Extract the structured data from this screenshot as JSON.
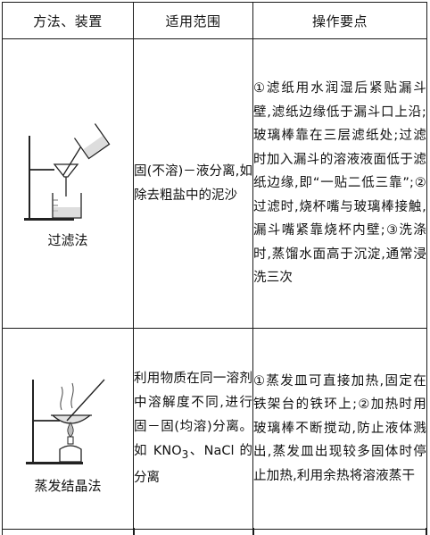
{
  "table": {
    "headers": [
      "方法、装置",
      "适用范围",
      "操作要点"
    ],
    "rows": [
      {
        "method": "过滤法",
        "scope": "固(不溶)－液分离,如除去粗盐中的泥沙",
        "points": "①滤纸用水润湿后紧贴漏斗壁,滤纸边缘低于漏斗口上沿;玻璃棒靠在三层滤纸处;过滤时加入漏斗的溶液液面低于滤纸边缘,即“一贴二低三靠”;②过滤时,烧杯嘴与玻璃棒接触,漏斗嘴紧靠烧杯内壁;③洗涤时,蒸馏水面高于沉淀,通常浸洗三次",
        "figure_icon": "filtration-apparatus"
      },
      {
        "method": "蒸发结晶法",
        "scope_before": "利用物质在同一溶剂中溶解度不同,进行固－固(均溶)分离。如 KNO",
        "scope_sub": "3",
        "scope_after": "、NaCl 的分离",
        "points": "①蒸发皿可直接加热,固定在铁架台的铁环上;②加热时用玻璃棒不断搅动,防止液体溅出,蒸发皿出现较多固体时停止加热,利用余热将溶液蒸干",
        "figure_icon": "evaporation-apparatus"
      }
    ]
  }
}
